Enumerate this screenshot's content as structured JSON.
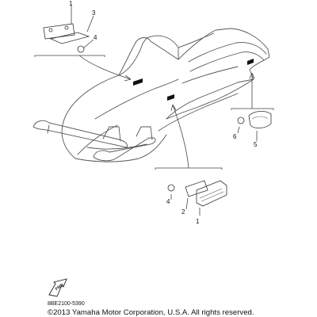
{
  "callouts": {
    "top_part_1": "1",
    "top_part_3": "3",
    "top_part_4": "4",
    "side_part_6": "6",
    "side_part_5": "5",
    "bottom_part_4": "4",
    "bottom_part_2": "2",
    "bottom_part_1": "1"
  },
  "direction_label": "FWD",
  "diagram_code": "8BE2100-5390",
  "copyright": "©2013 Yamaha Motor Corporation, U.S.A. All rights reserved."
}
